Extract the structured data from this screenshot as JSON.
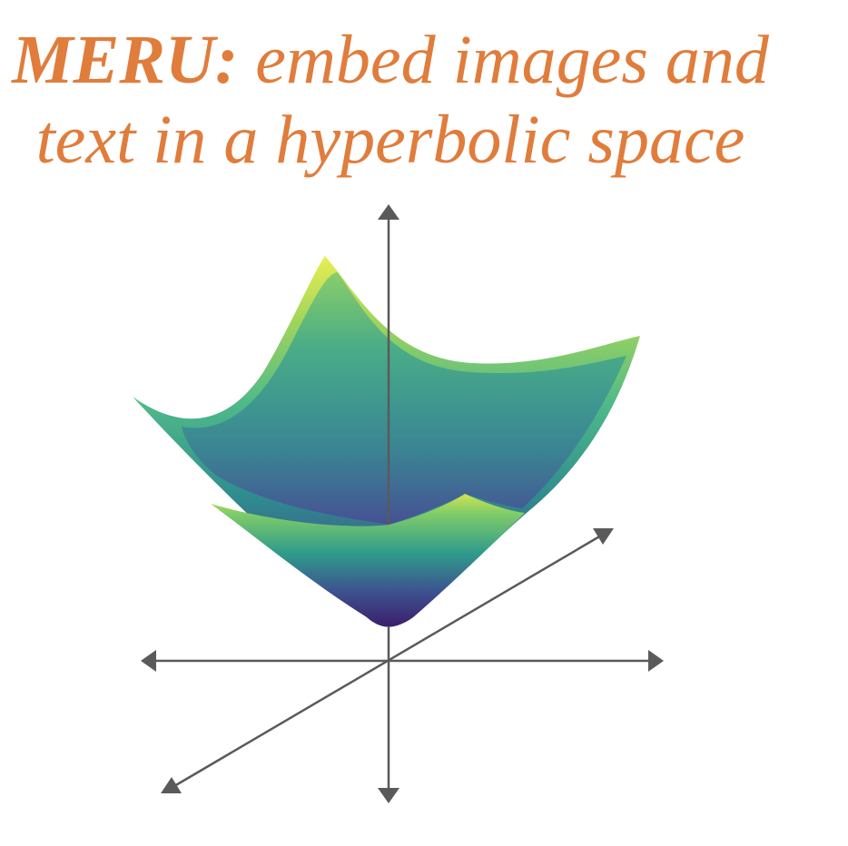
{
  "title": {
    "bold": "MERU:",
    "line1_rest": " embed images and",
    "line2": "text in a hyperbolic space"
  },
  "colors": {
    "title": "#e07d3c",
    "axes": "#5a5a5a",
    "surface_gradient": [
      "#3b1f6b",
      "#3f4e8c",
      "#2f8f8d",
      "#4fbf86",
      "#a6d75a",
      "#e9ee52"
    ]
  },
  "icons": {
    "axis_arrowhead": "triangle-arrowhead-icon"
  }
}
